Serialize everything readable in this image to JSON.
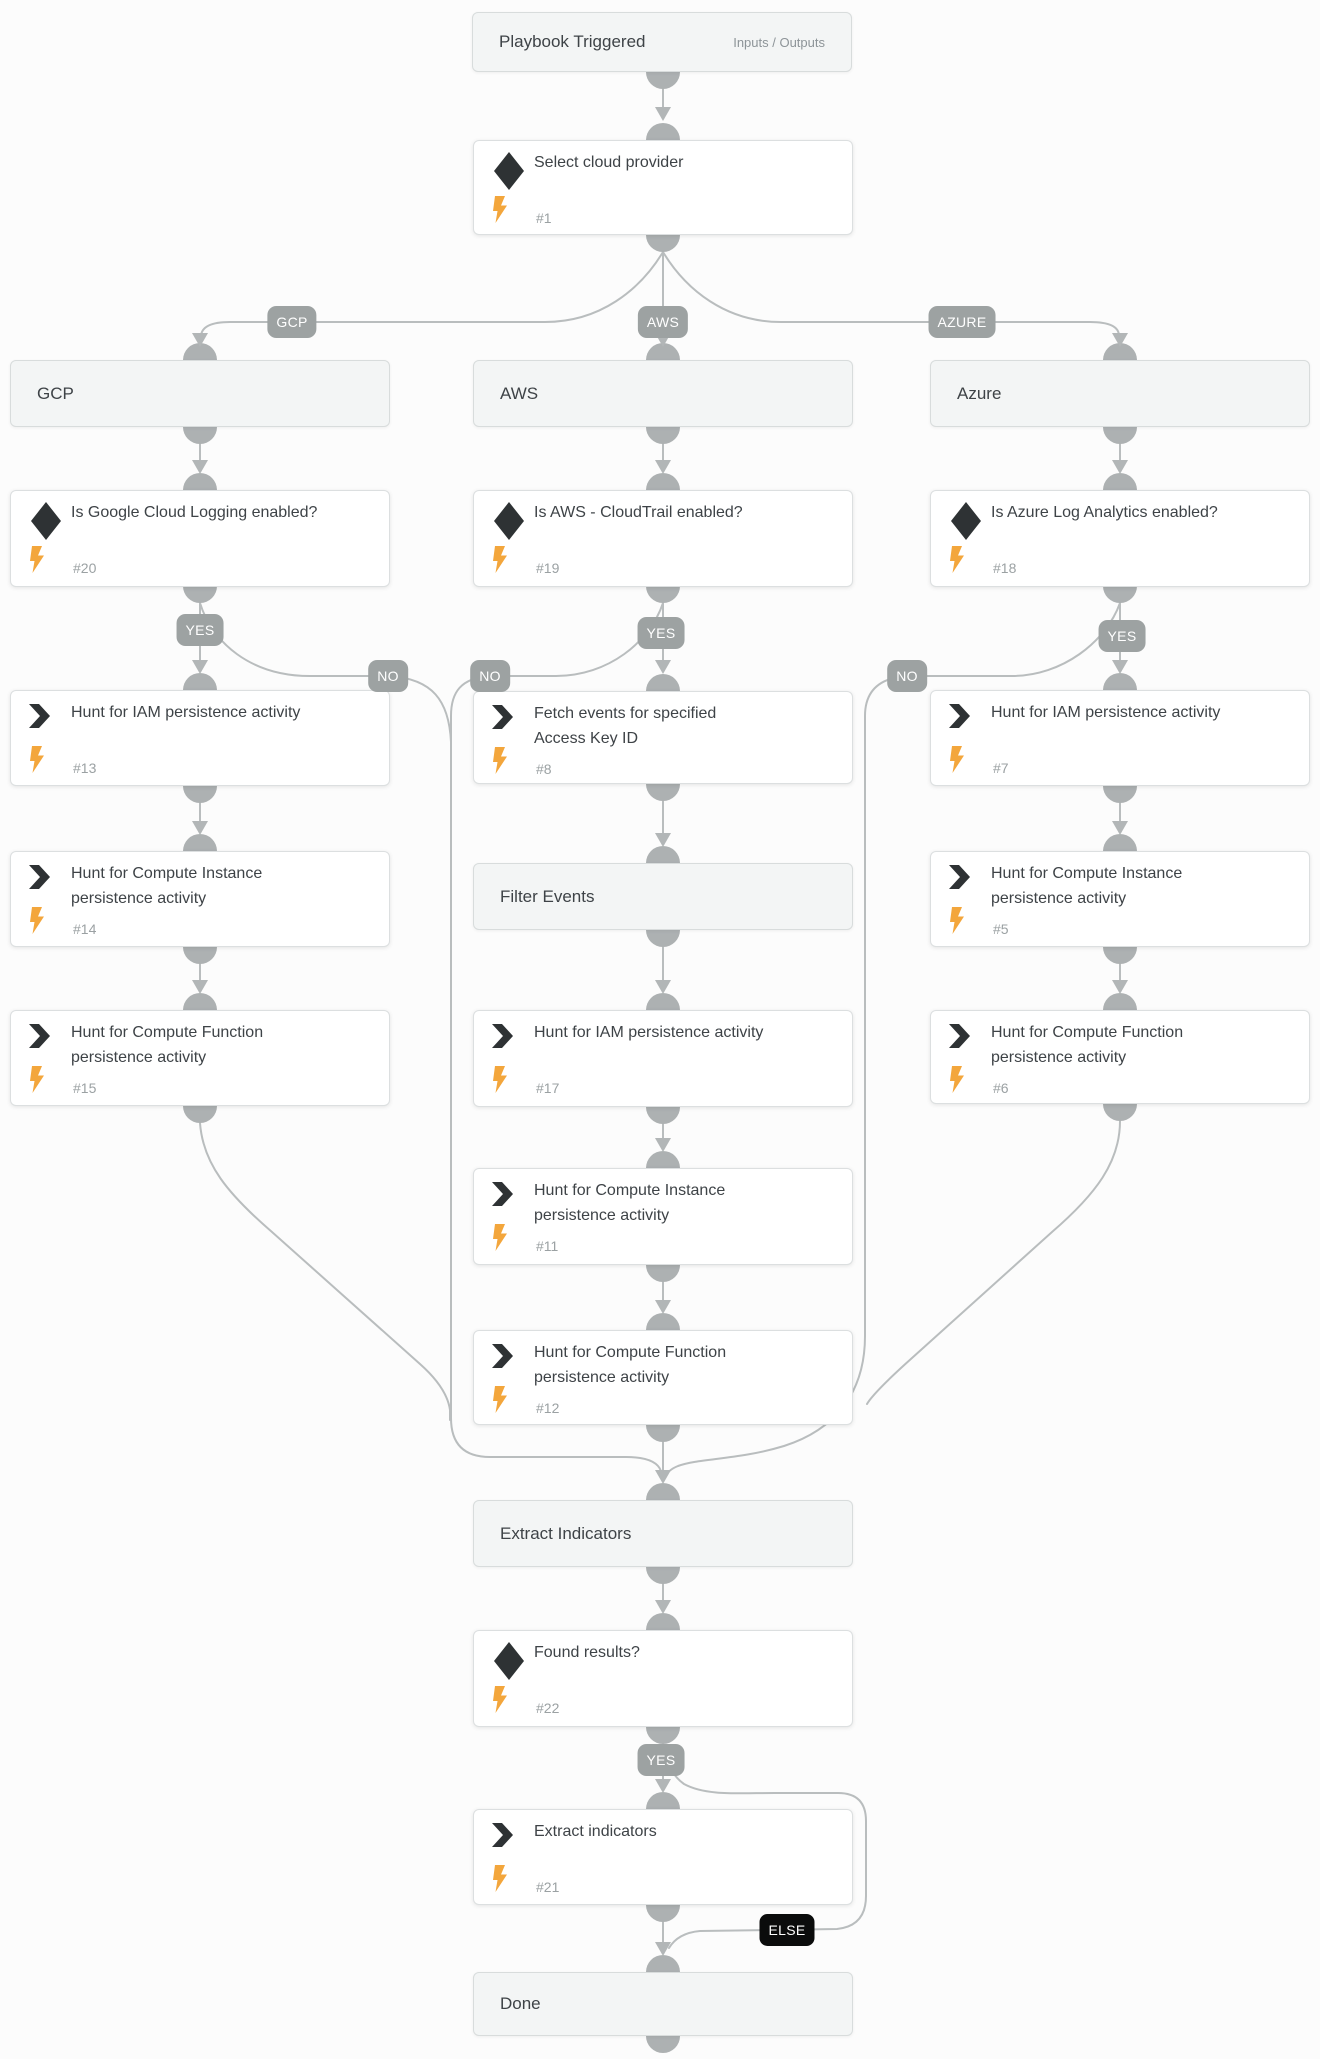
{
  "start": {
    "label": "Playbook Triggered",
    "link_label": "Inputs / Outputs"
  },
  "nodes": {
    "select_provider": {
      "title": "Select cloud provider",
      "num": "#1"
    },
    "gcp": {
      "label": "GCP"
    },
    "aws": {
      "label": "AWS"
    },
    "azure": {
      "label": "Azure"
    },
    "gcp_logging_enabled": {
      "title": "Is Google Cloud Logging enabled?",
      "num": "#20"
    },
    "aws_cloudtrail_enabled": {
      "title": "Is AWS - CloudTrail enabled?",
      "num": "#19"
    },
    "azure_log_analytics_enabled": {
      "title": "Is Azure Log Analytics enabled?",
      "num": "#18"
    },
    "gcp_hunt_iam": {
      "title": "Hunt for IAM persistence activity",
      "num": "#13"
    },
    "gcp_hunt_instance": {
      "title": "Hunt for Compute Instance persistence activity",
      "num": "#14"
    },
    "gcp_hunt_function": {
      "title": "Hunt for Compute Function persistence activity",
      "num": "#15"
    },
    "aws_fetch_events": {
      "title": "Fetch events for specified Access Key ID",
      "num": "#8"
    },
    "filter_events": {
      "label": "Filter Events"
    },
    "aws_hunt_iam": {
      "title": "Hunt for IAM persistence activity",
      "num": "#17"
    },
    "aws_hunt_instance": {
      "title": "Hunt for Compute Instance persistence activity",
      "num": "#11"
    },
    "aws_hunt_function": {
      "title": "Hunt for Compute Function persistence activity",
      "num": "#12"
    },
    "azure_hunt_iam": {
      "title": "Hunt for IAM persistence activity",
      "num": "#7"
    },
    "azure_hunt_instance": {
      "title": "Hunt for Compute Instance persistence activity",
      "num": "#5"
    },
    "azure_hunt_function": {
      "title": "Hunt for Compute Function persistence activity",
      "num": "#6"
    },
    "extract_indicators_block": {
      "label": "Extract Indicators"
    },
    "found_results": {
      "title": "Found results?",
      "num": "#22"
    },
    "extract_indicators_action": {
      "title": "Extract indicators",
      "num": "#21"
    },
    "done": {
      "label": "Done"
    }
  },
  "edge_labels": {
    "gcp": "GCP",
    "aws": "AWS",
    "azure": "AZURE",
    "gcp_yes": "YES",
    "gcp_no": "NO",
    "aws_yes": "YES",
    "aws_no": "NO",
    "azure_yes": "YES",
    "azure_no": "NO",
    "found_yes": "YES",
    "found_else": "ELSE"
  },
  "colors": {
    "bolt_accent": "#f3a63c",
    "icon": "#2e3234",
    "badge": "#9da2a2",
    "badge_dark": "#0b0c0c",
    "connector": "#b9bdbe"
  }
}
